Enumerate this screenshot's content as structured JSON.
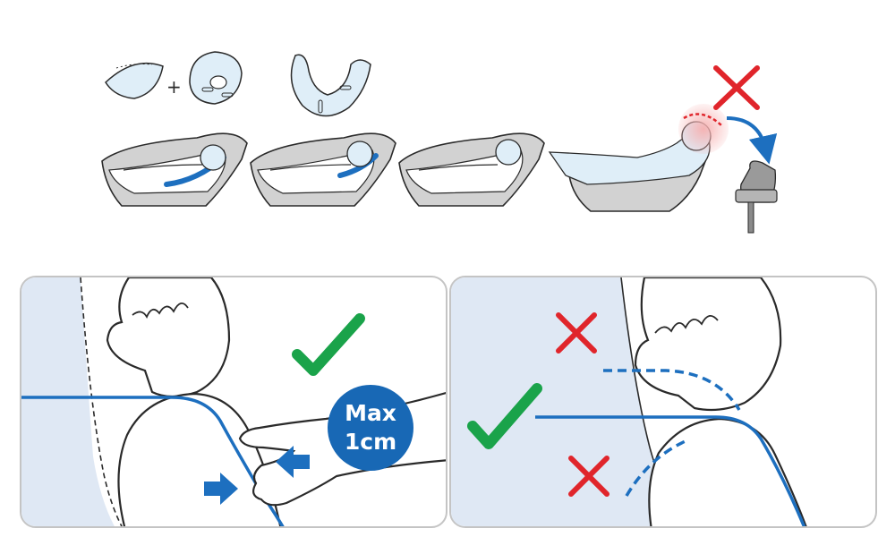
{
  "max_badge": {
    "line1": "Max",
    "line2": "1cm"
  },
  "colors": {
    "blue_line": "#1d6fbf",
    "badge_blue": "#1868b5",
    "check_green": "#1aa34a",
    "cross_red": "#e0252b",
    "seat_fill": "#dfe8f4",
    "shell_grey": "#d2d2d2",
    "outline": "#2a2a2a"
  },
  "icons": [
    "check-icon",
    "cross-icon",
    "arrow-icon",
    "baby-seat-illustration",
    "car-seat-base-illustration"
  ]
}
